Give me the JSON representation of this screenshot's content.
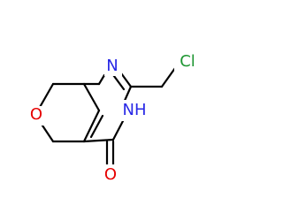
{
  "molecule": {
    "atoms": [
      {
        "id": "N1",
        "label": "N",
        "color": "#2828e6"
      },
      {
        "id": "N3",
        "label": "NH",
        "color": "#2828e6"
      },
      {
        "id": "O_ring",
        "label": "O",
        "color": "#e60000"
      },
      {
        "id": "O_carbonyl",
        "label": "O",
        "color": "#e60000"
      },
      {
        "id": "Cl",
        "label": "Cl",
        "color": "#1e9632"
      }
    ],
    "bond_color": "#000000"
  }
}
